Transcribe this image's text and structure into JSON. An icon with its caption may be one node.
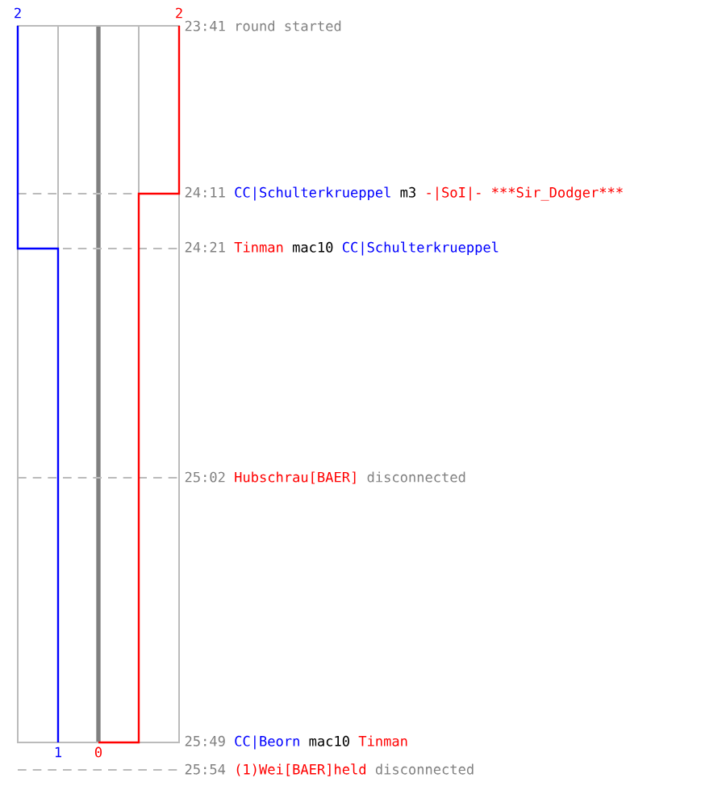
{
  "diagram": {
    "labels": [
      "2",
      "2",
      "23:41",
      "round started",
      "24:11",
      "CC|Schulterkrueppel",
      "m3",
      "-|SoI|-",
      "***",
      "Sir_Dodger",
      "***",
      "24:21",
      "Tinman",
      "mac10",
      "CC|Schulterkrueppel",
      "25:02",
      "Hubschrau[BAER]",
      "disconnected",
      "25:49",
      "CC|Beorn",
      "mac10",
      "Tinman",
      "25:54",
      "(1)Wei[BAER]held",
      "disconnected",
      "1",
      "0"
    ]
  }
}
